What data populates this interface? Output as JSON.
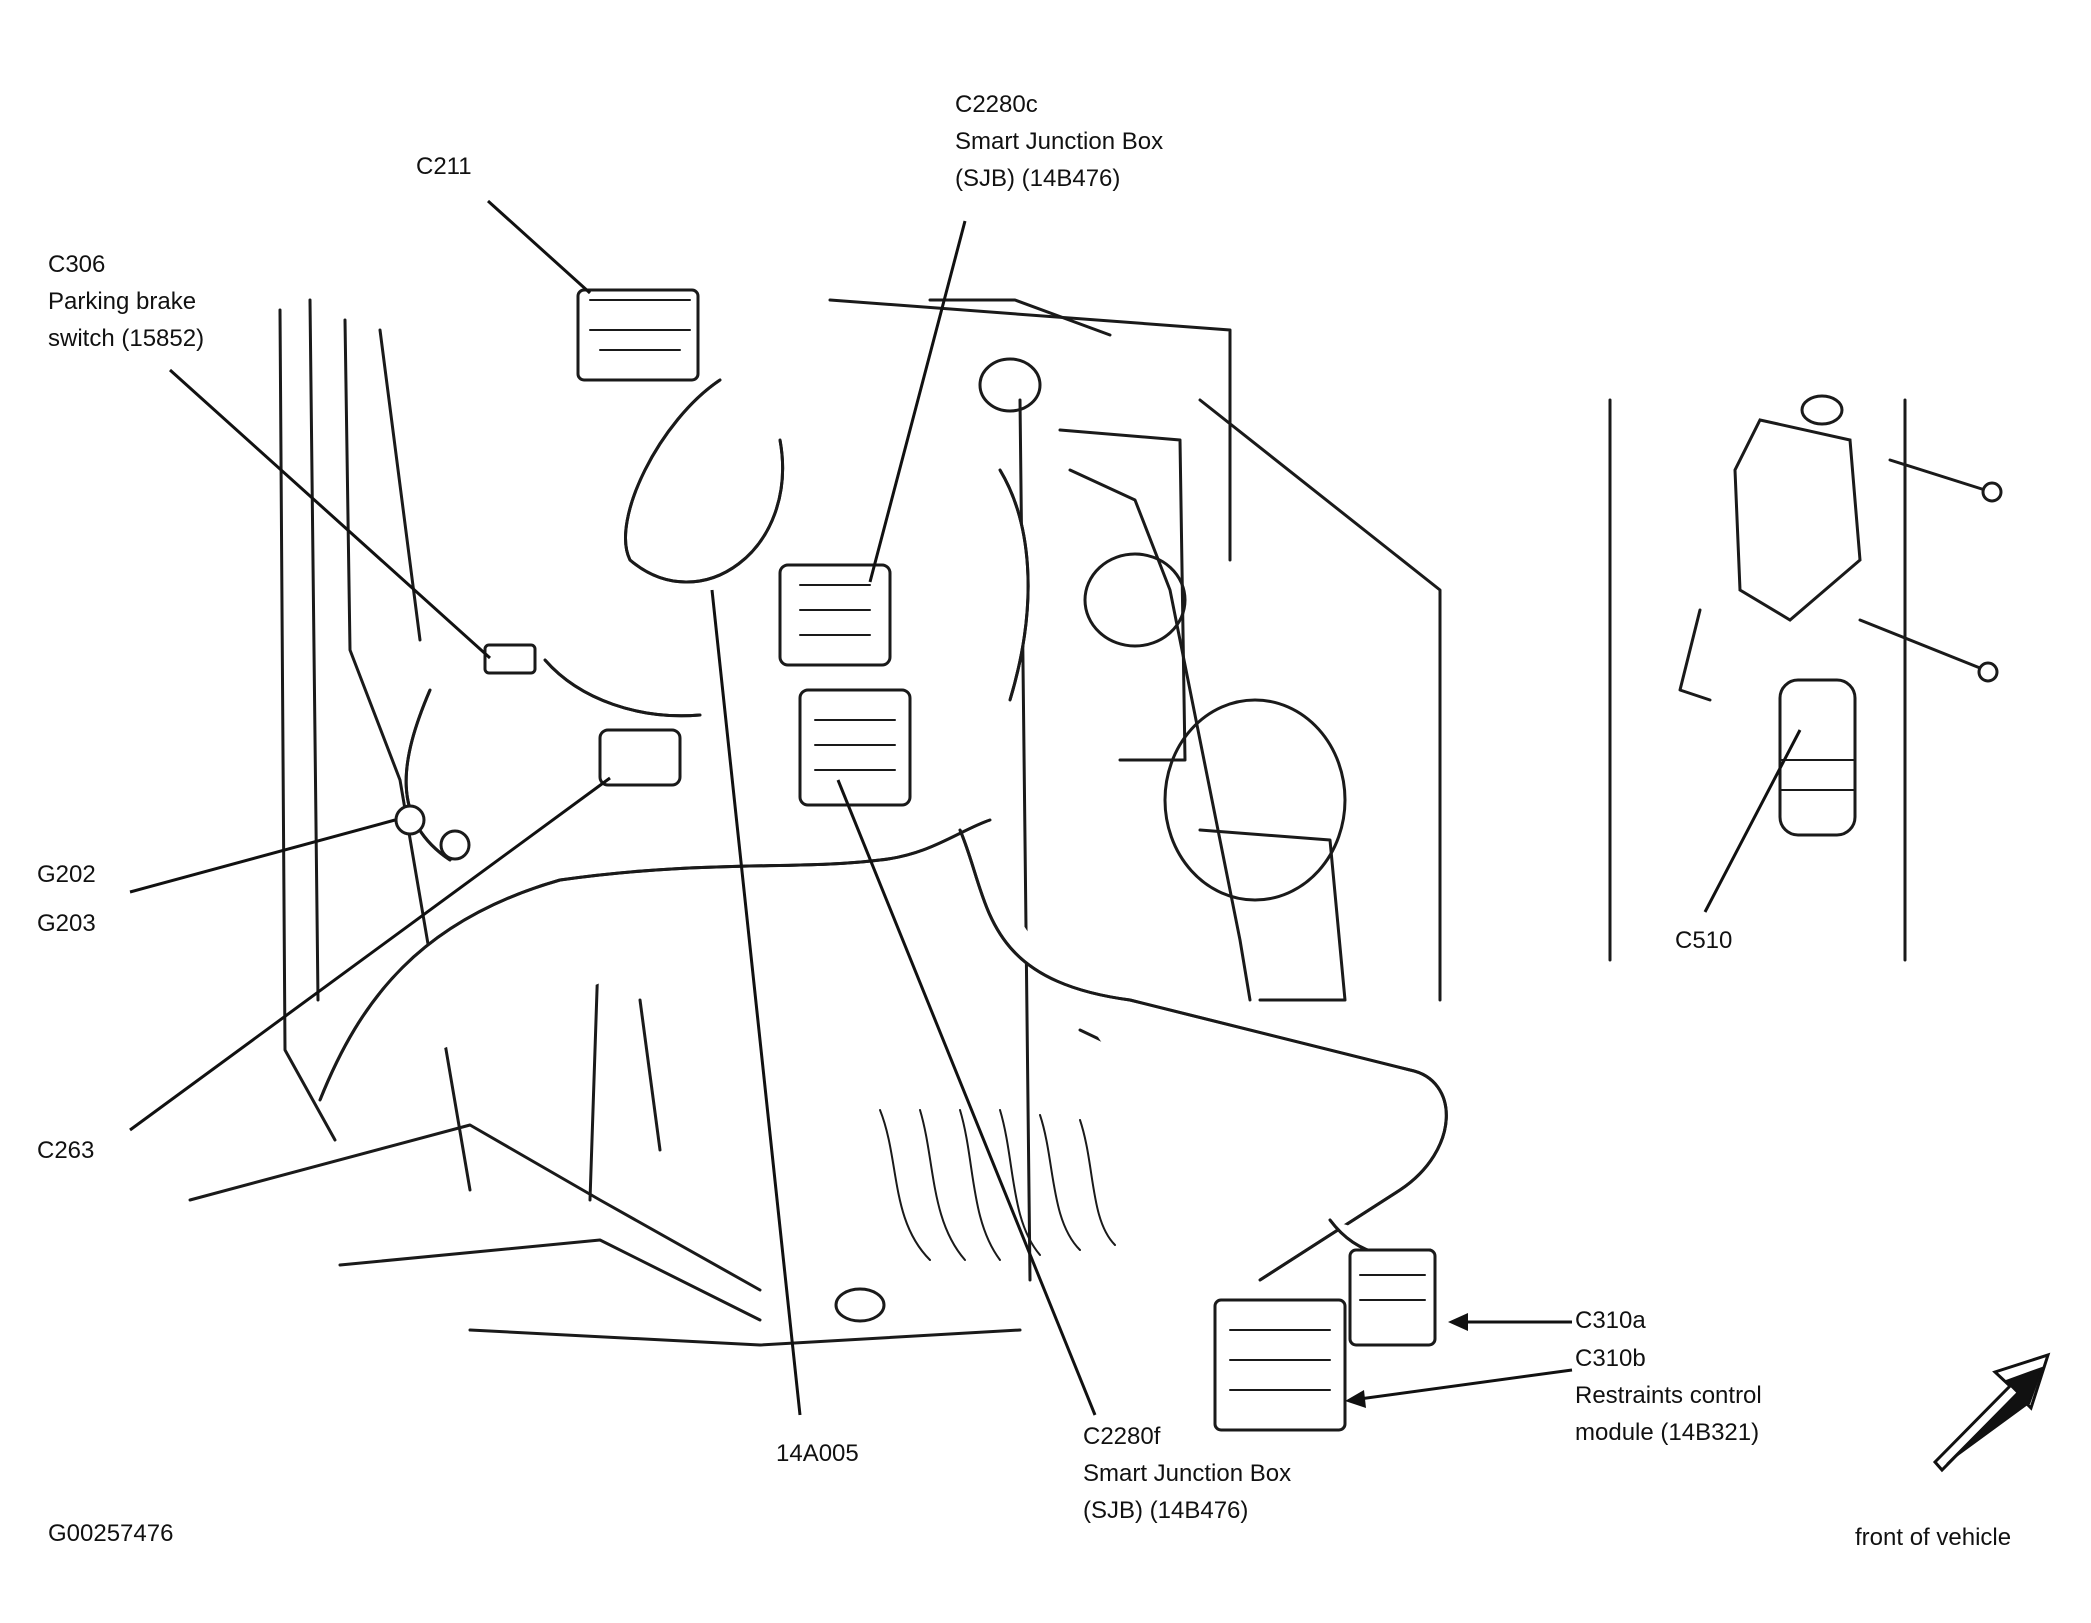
{
  "callouts": {
    "c211": {
      "code": "C211"
    },
    "c2280c": {
      "code": "C2280c",
      "line1": "Smart Junction Box",
      "line2": "(SJB) (14B476)"
    },
    "c306": {
      "code": "C306",
      "line1": "Parking brake",
      "line2": "switch (15852)"
    },
    "c510": {
      "code": "C510"
    },
    "g202": {
      "code": "G202"
    },
    "g203": {
      "code": "G203"
    },
    "c263": {
      "code": "C263"
    },
    "harness": {
      "code": "14A005"
    },
    "c2280f": {
      "code": "C2280f",
      "line1": "Smart Junction Box",
      "line2": "(SJB) (14B476)"
    },
    "c310a": {
      "code": "C310a"
    },
    "c310b": {
      "code": "C310b",
      "line1": "Restraints control",
      "line2": "module (14B321)"
    }
  },
  "figure_id": "G00257476",
  "orientation": {
    "label": "front of vehicle",
    "icon": "front-direction-arrow-icon"
  },
  "colors": {
    "ink": "#111111",
    "background": "#ffffff"
  }
}
